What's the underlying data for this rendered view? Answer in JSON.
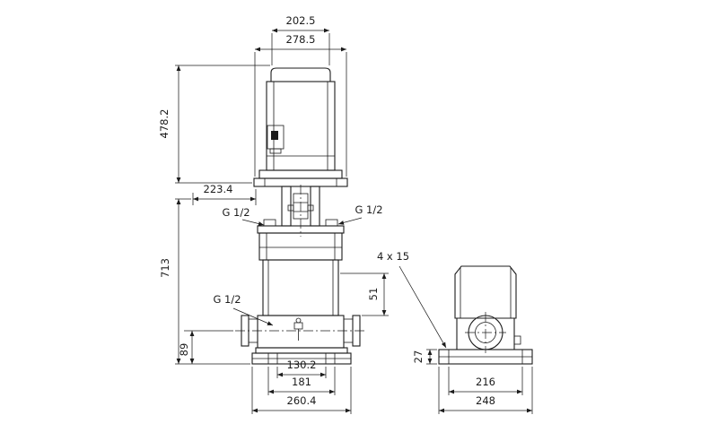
{
  "drawing": {
    "title": "pump-outline-dimensional-drawing",
    "colors": {
      "line": "#1c1c1c",
      "background": "#ffffff"
    },
    "dimensions": {
      "motor_top_width": "202.5",
      "motor_flange_width": "278.5",
      "motor_assembly_height": "478.2",
      "head_offset": "223.4",
      "pump_height": "713",
      "top_port_left": "G 1/2",
      "top_port_right": "G 1/2",
      "drain_port": "G 1/2",
      "base_holes": "4 x 15",
      "port_offset": "51",
      "drain_height": "89",
      "base_height": "27",
      "base_hole_span": "130.2",
      "base_mid_span": "181",
      "base_width": "260.4",
      "side_hole_span": "216",
      "side_base_width": "248"
    }
  }
}
